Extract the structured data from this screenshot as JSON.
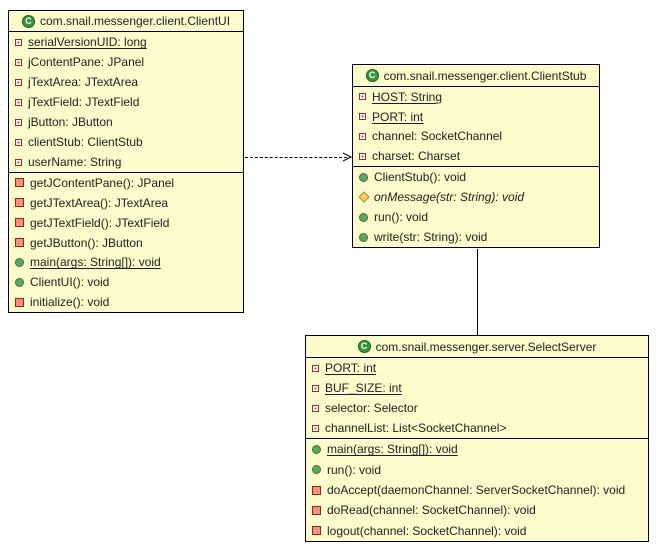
{
  "diagram": {
    "type": "uml-class-diagram",
    "background_color": "#ffffff",
    "box_fill_color": "#fbfbcb",
    "border_color": "#000000",
    "class_icon_color": "#37973d",
    "public_icon_color": "#5fa55f",
    "private_icon_color": "#f2917e",
    "protected_icon_color": "#f5d069"
  },
  "classes": {
    "client_ui": {
      "title": "com.snail.messenger.client.ClientUI",
      "fields": [
        {
          "text": "serialVersionUID: long",
          "visibility": "private",
          "icon": "private-field-icon",
          "static": true,
          "italic": false
        },
        {
          "text": "jContentPane: JPanel",
          "visibility": "private",
          "icon": "private-field-icon",
          "static": false,
          "italic": false
        },
        {
          "text": "jTextArea: JTextArea",
          "visibility": "private",
          "icon": "private-field-icon",
          "static": false,
          "italic": false
        },
        {
          "text": "jTextField: JTextField",
          "visibility": "private",
          "icon": "private-field-icon",
          "static": false,
          "italic": false
        },
        {
          "text": "jButton: JButton",
          "visibility": "private",
          "icon": "private-field-icon",
          "static": false,
          "italic": false
        },
        {
          "text": "clientStub: ClientStub",
          "visibility": "private",
          "icon": "private-field-icon",
          "static": false,
          "italic": false
        },
        {
          "text": "userName: String",
          "visibility": "private",
          "icon": "private-field-icon",
          "static": false,
          "italic": false
        }
      ],
      "methods": [
        {
          "text": "getJContentPane(): JPanel",
          "visibility": "private",
          "icon": "private-method-icon",
          "static": false,
          "italic": false
        },
        {
          "text": "getJTextArea(): JTextArea",
          "visibility": "private",
          "icon": "private-method-icon",
          "static": false,
          "italic": false
        },
        {
          "text": "getJTextField(): JTextField",
          "visibility": "private",
          "icon": "private-method-icon",
          "static": false,
          "italic": false
        },
        {
          "text": "getJButton(): JButton",
          "visibility": "private",
          "icon": "private-method-icon",
          "static": false,
          "italic": false
        },
        {
          "text": "main(args: String[]): void",
          "visibility": "public",
          "icon": "public-method-icon",
          "static": true,
          "italic": false
        },
        {
          "text": "ClientUI(): void",
          "visibility": "public",
          "icon": "public-method-icon",
          "static": false,
          "italic": false
        },
        {
          "text": "initialize(): void",
          "visibility": "private",
          "icon": "private-method-icon",
          "static": false,
          "italic": false
        }
      ]
    },
    "client_stub": {
      "title": "com.snail.messenger.client.ClientStub",
      "fields": [
        {
          "text": "HOST: String",
          "visibility": "private",
          "icon": "private-field-icon",
          "static": true,
          "italic": false
        },
        {
          "text": "PORT: int",
          "visibility": "private",
          "icon": "private-field-icon",
          "static": true,
          "italic": false
        },
        {
          "text": "channel: SocketChannel",
          "visibility": "private",
          "icon": "private-field-icon",
          "static": false,
          "italic": false
        },
        {
          "text": "charset: Charset",
          "visibility": "private",
          "icon": "private-field-icon",
          "static": false,
          "italic": false
        }
      ],
      "methods": [
        {
          "text": "ClientStub(): void",
          "visibility": "public",
          "icon": "public-method-icon",
          "static": false,
          "italic": false
        },
        {
          "text": "onMessage(str: String): void",
          "visibility": "protected",
          "icon": "protected-abstract-method-icon",
          "static": false,
          "italic": true
        },
        {
          "text": "run(): void",
          "visibility": "public",
          "icon": "public-method-icon",
          "static": false,
          "italic": false
        },
        {
          "text": "write(str: String): void",
          "visibility": "public",
          "icon": "public-method-icon",
          "static": false,
          "italic": false
        }
      ]
    },
    "select_server": {
      "title": "com.snail.messenger.server.SelectServer",
      "fields": [
        {
          "text": "PORT: int",
          "visibility": "private",
          "icon": "private-field-icon",
          "static": true,
          "italic": false
        },
        {
          "text": "BUF_SIZE: int",
          "visibility": "private",
          "icon": "private-field-icon",
          "static": true,
          "italic": false
        },
        {
          "text": "selector: Selector",
          "visibility": "private",
          "icon": "private-field-icon",
          "static": false,
          "italic": false
        },
        {
          "text": "channelList: List<SocketChannel>",
          "visibility": "private",
          "icon": "private-field-icon",
          "static": false,
          "italic": false
        }
      ],
      "methods": [
        {
          "text": "main(args: String[]): void",
          "visibility": "public",
          "icon": "public-method-icon",
          "static": true,
          "italic": false
        },
        {
          "text": "run(): void",
          "visibility": "public",
          "icon": "public-method-icon",
          "static": false,
          "italic": false
        },
        {
          "text": "doAccept(daemonChannel: ServerSocketChannel): void",
          "visibility": "private",
          "icon": "private-method-icon",
          "static": false,
          "italic": false
        },
        {
          "text": "doRead(channel: SocketChannel): void",
          "visibility": "private",
          "icon": "private-method-icon",
          "static": false,
          "italic": false
        },
        {
          "text": "logout(channel: SocketChannel): void",
          "visibility": "private",
          "icon": "private-method-icon",
          "static": false,
          "italic": false
        }
      ]
    }
  },
  "connections": [
    {
      "type": "dependency",
      "style": "dashed-open-arrow",
      "from": "ClientUI",
      "to": "ClientStub"
    },
    {
      "type": "association",
      "style": "solid-line",
      "from": "ClientStub",
      "to": "SelectServer"
    }
  ],
  "icons": {
    "class_icon_letter": "C"
  }
}
